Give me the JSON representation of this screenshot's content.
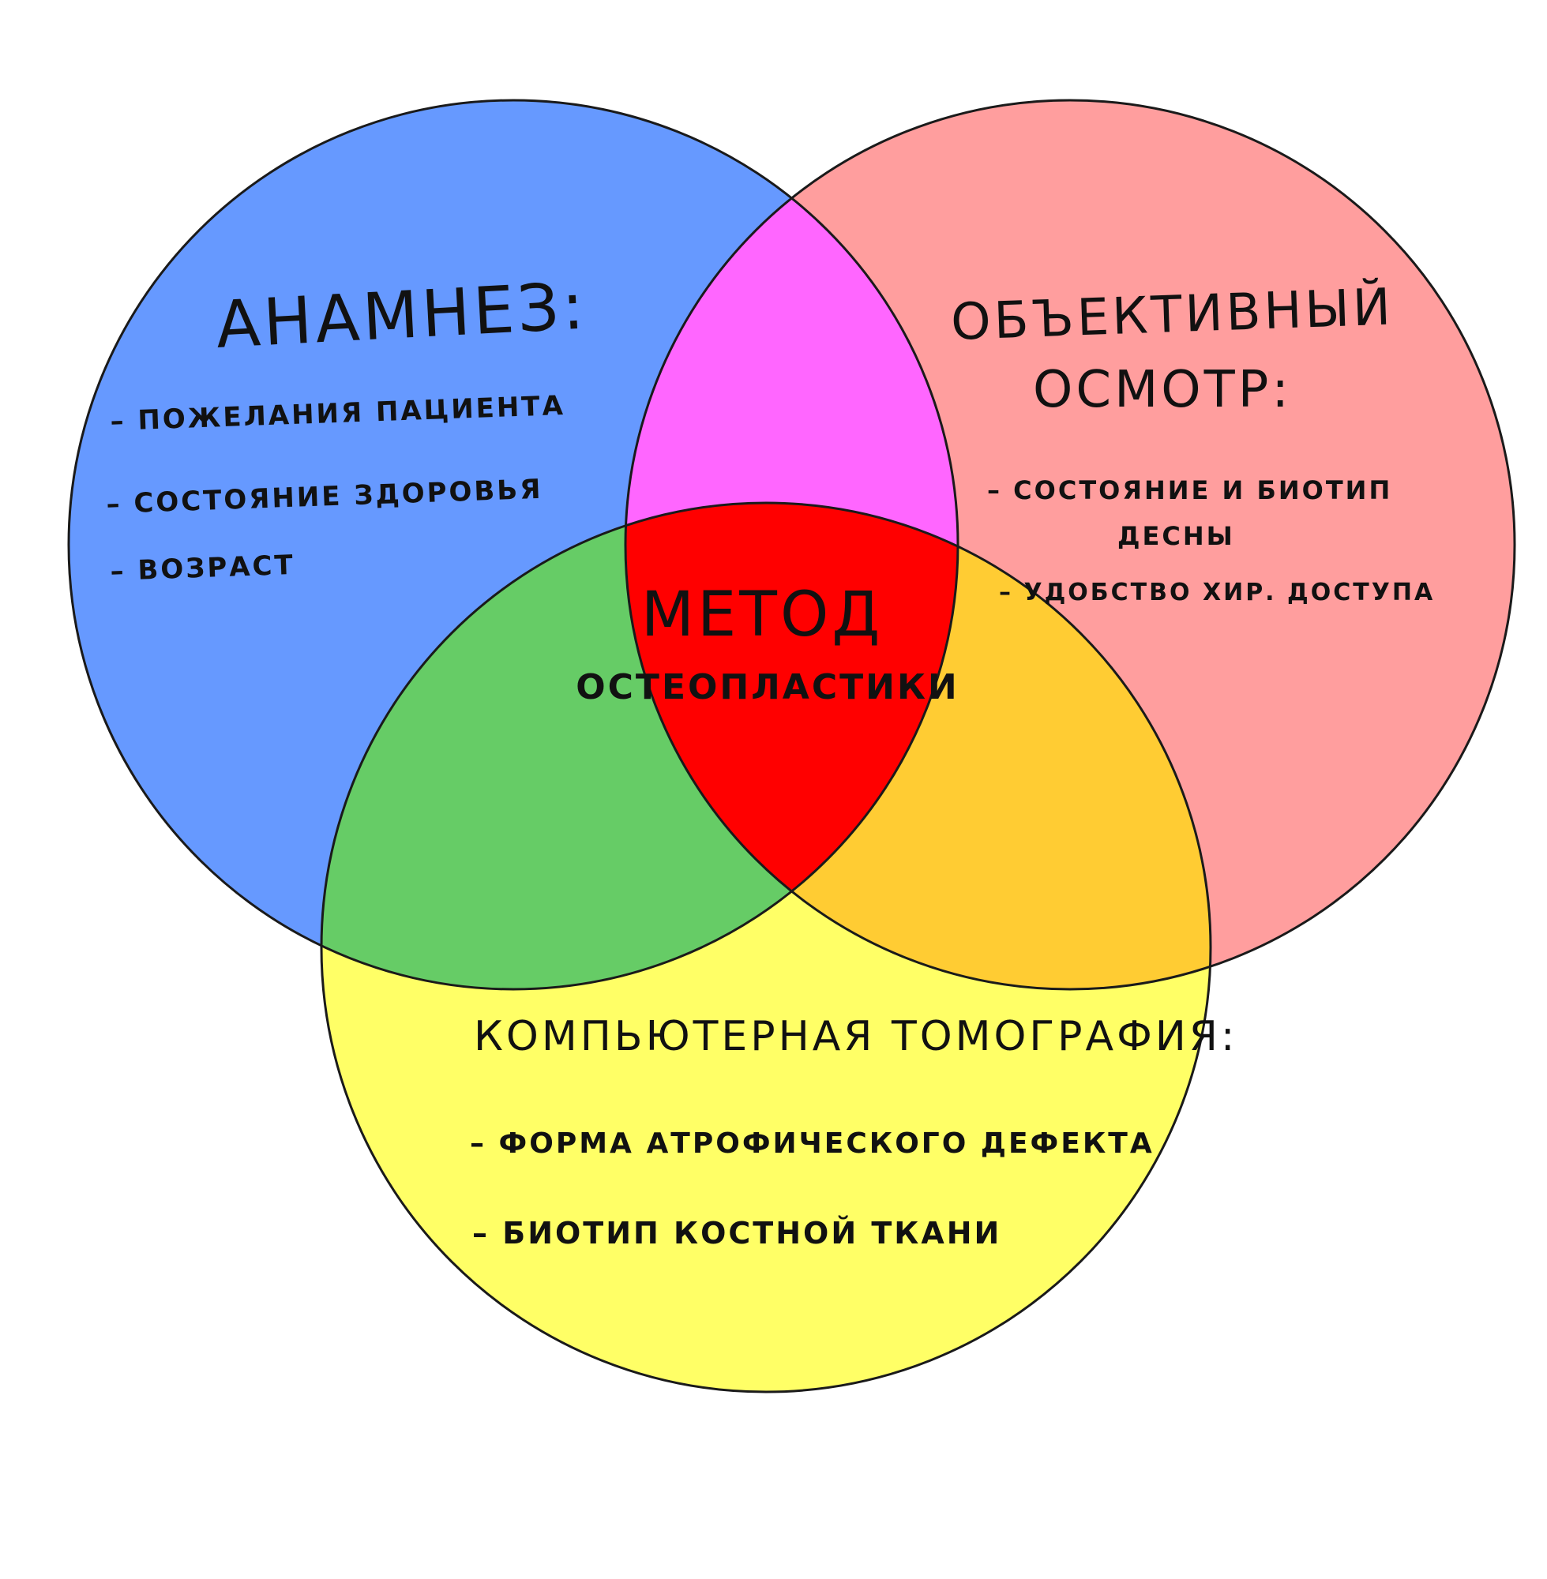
{
  "colors": {
    "background": "#ffffff",
    "anamnesis_circle": "#6699ff",
    "exam_circle": "#ff9e9e",
    "ct_circle": "#ffff66",
    "anamnesis_exam_overlap": "#ff66ff",
    "anamnesis_ct_overlap": "#66cc66",
    "exam_ct_overlap": "#ffcc33",
    "center_overlap": "#ff0000",
    "outline": "#1a1a1a",
    "text": "#111111"
  },
  "sets": {
    "anamnesis": {
      "title": "АНАМНЕЗ:",
      "items": [
        "– ПОЖЕЛАНИЯ ПАЦИЕНТА",
        "– СОСТОЯНИЕ ЗДОРОВЬЯ",
        "– ВОЗРАСТ"
      ]
    },
    "exam": {
      "title_line1": "ОБЪЕКТИВНЫЙ",
      "title_line2": "ОСМОТР:",
      "items": [
        "– СОСТОЯНИЕ И БИОТИП",
        "ДЕСНЫ",
        "– УДОБСТВО ХИР. ДОСТУПА"
      ]
    },
    "ct": {
      "title": "КОМПЬЮТЕРНАЯ ТОМОГРАФИЯ:",
      "items": [
        "– ФОРМА АТРОФИЧЕСКОГО ДЕФЕКТА",
        "– БИОТИП КОСТНОЙ ТКАНИ"
      ]
    }
  },
  "center": {
    "line1": "МЕТОД",
    "line2": "ОСТЕОПЛАСТИКИ"
  }
}
